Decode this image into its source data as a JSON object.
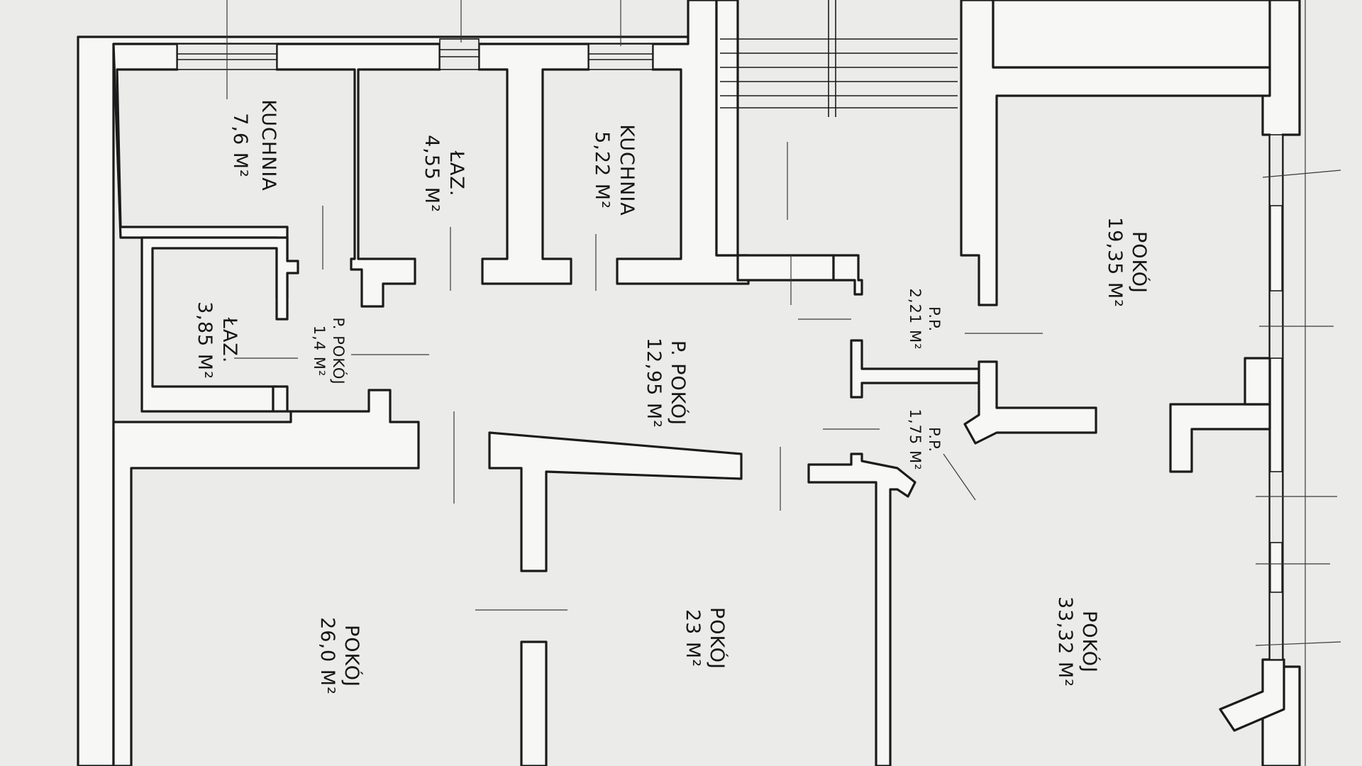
{
  "rooms": [
    {
      "name": "KUCHNIA",
      "area": "7,6 M²"
    },
    {
      "name": "ŁAZ.",
      "area": "4,55 M²"
    },
    {
      "name": "KUCHNIA",
      "area": "5,22 M²"
    },
    {
      "name": "ŁAZ.",
      "area": "3,85 M²"
    },
    {
      "name": "P. POKÓJ",
      "area": "1,4 M²"
    },
    {
      "name": "P. POKÓJ",
      "area": "12,95 M²"
    },
    {
      "name": "P.P.",
      "area": "2,21 M²"
    },
    {
      "name": "P.P.",
      "area": "1,75 M²"
    },
    {
      "name": "POKÓJ",
      "area": "19,35 M²"
    },
    {
      "name": "POKÓJ",
      "area": "26,0 M²"
    },
    {
      "name": "POKÓJ",
      "area": "23 M²"
    },
    {
      "name": "POKÓJ",
      "area": "33,32 M²"
    }
  ]
}
